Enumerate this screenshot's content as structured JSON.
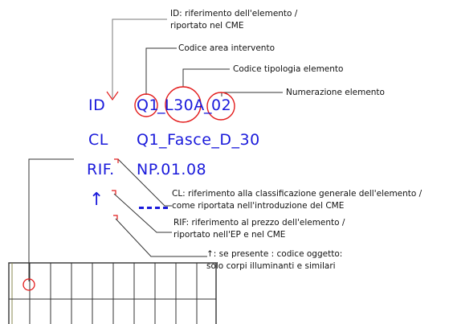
{
  "notes": {
    "id": "ID: riferimento dell'elemento /\nriportato nel CME",
    "area": "Codice area intervento",
    "tipologia": "Codice tipologia elemento",
    "numerazione": "Numerazione elemento",
    "cl": "CL: riferimento alla classificazione generale dell'elemento /",
    "cl2": "come  riportata nell'introduzione del CME",
    "rif": "RIF: riferimento al prezzo dell'elemento /\nriportato nell'EP e nel CME",
    "oggetto": "↑: se presente : codice oggetto:\nsolo corpi illuminanti e similari"
  },
  "labels": {
    "id": "ID",
    "cl": "CL",
    "rif": "RIF.",
    "arrow": "↑"
  },
  "codes": {
    "q1": "Q1",
    "sep1": "_",
    "l30a": "L30A",
    "sep2": "_",
    "num": "02",
    "cl_value": "Q1_Fasce_D_30",
    "rif_value": "NP.01.08"
  },
  "colors": {
    "blue": "#1a1adb",
    "red": "#e31b1b",
    "grid": "#333333"
  }
}
